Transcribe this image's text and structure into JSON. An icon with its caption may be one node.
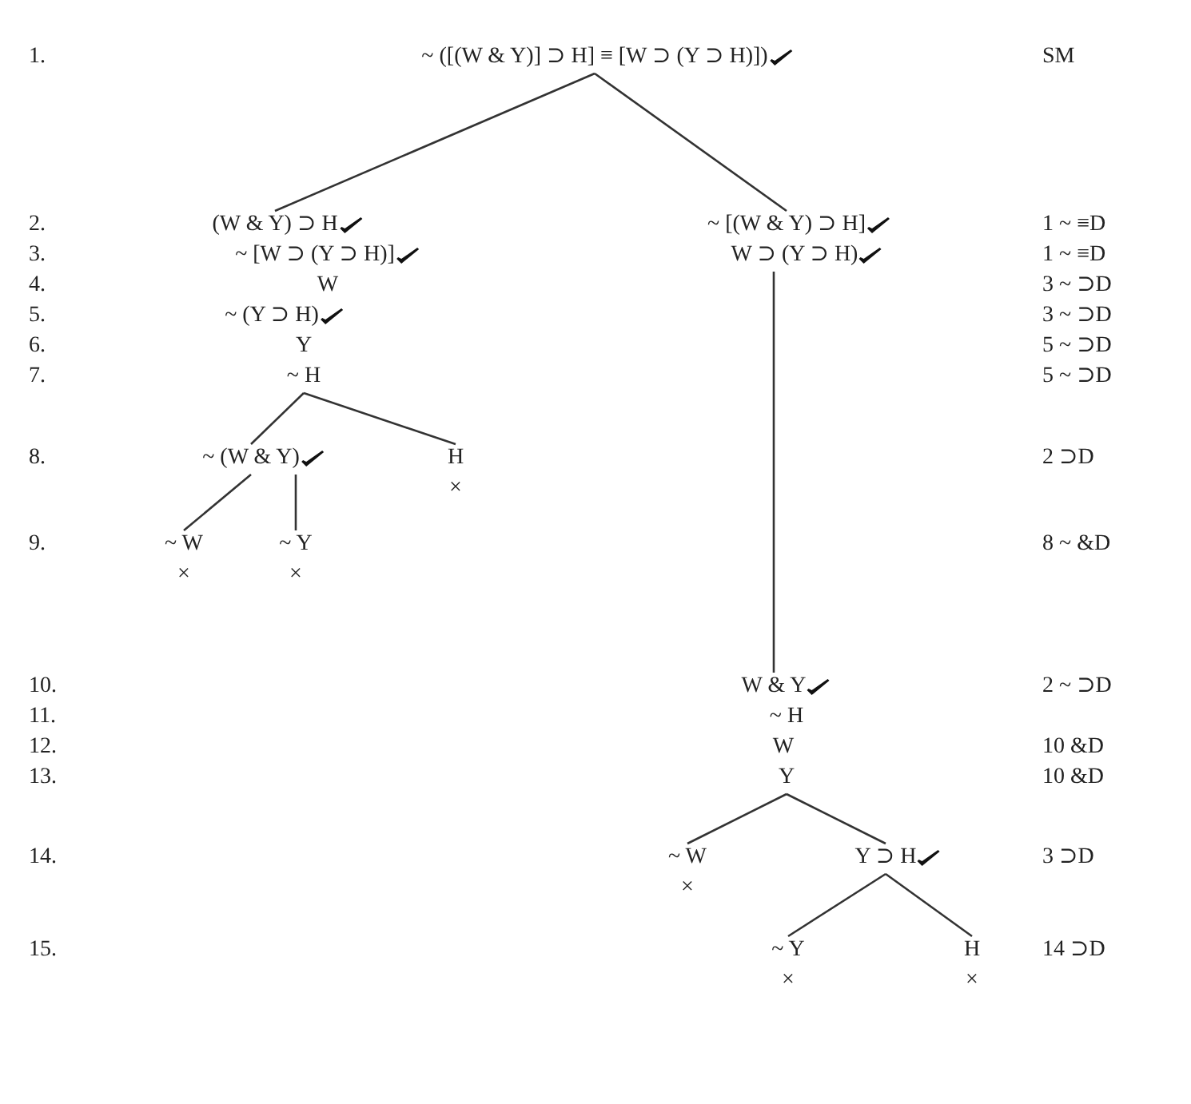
{
  "diagram": {
    "nodes": [
      {
        "text": [
          "~ ([(W & Y)] ⊃ H] ≡ [W ⊃ (Y ⊃ H)])"
        ]
      },
      {
        "text": [
          "(W & Y) ⊃ H"
        ]
      },
      {
        "text": [
          "~ [W ⊃ (Y ⊃ H)]"
        ]
      },
      {
        "text": [
          "W"
        ]
      },
      {
        "text": [
          "~ (Y ⊃ H)"
        ]
      },
      {
        "text": [
          "Y"
        ]
      },
      {
        "text": [
          "~ H"
        ]
      },
      {
        "text": [
          "~ (W & Y)"
        ]
      },
      {
        "text": [
          "H"
        ],
        "beside": [
          "×"
        ]
      },
      {
        "text": [
          "~ W"
        ],
        "beside": [
          "×"
        ]
      },
      {
        "text": [
          "~ Y"
        ],
        "beside": [
          "×"
        ]
      },
      {
        "text": [
          "~ [(W & Y) ⊃ H]"
        ]
      },
      {
        "text": [
          "W ⊃ (Y ⊃ H)"
        ]
      },
      {
        "text": [
          "W & Y"
        ]
      },
      {
        "text": [
          "~ H"
        ]
      },
      {
        "text": [
          "W"
        ]
      },
      {
        "text": [
          "Y"
        ]
      },
      {
        "text": [
          "~ W"
        ],
        "beside": [
          "×"
        ]
      },
      {
        "text": [
          "Y ⊃ H"
        ]
      },
      {
        "text": [
          "~ Y"
        ],
        "beside": [
          "×"
        ]
      },
      {
        "text": [
          "H"
        ],
        "beside": [
          "×"
        ]
      }
    ],
    "edges": [
      {
        "from": 0,
        "to": 1,
        "arrow": "none"
      },
      {
        "from": 0,
        "to": 11,
        "arrow": "none"
      },
      {
        "from": 6,
        "to": 7,
        "arrow": "none"
      },
      {
        "from": 6,
        "to": 8,
        "arrow": "none"
      },
      {
        "from": 7,
        "to": 9,
        "arrow": "none"
      },
      {
        "from": 7,
        "to": 10,
        "arrow": "none"
      },
      {
        "from": 12,
        "to": 13,
        "arrow": "none"
      },
      {
        "from": 16,
        "to": 17,
        "arrow": "none"
      },
      {
        "from": 16,
        "to": 18,
        "arrow": "none"
      },
      {
        "from": 18,
        "to": 19,
        "arrow": "none"
      },
      {
        "from": 18,
        "to": 20,
        "arrow": "none"
      }
    ],
    "labels": [
      "1.",
      "SM",
      "2.",
      "1 ~ ≡D",
      "3.",
      "1 ~ ≡D",
      "4.",
      "3 ~ ⊃D",
      "5.",
      "3 ~ ⊃D",
      "6.",
      "5 ~ ⊃D",
      "7.",
      "5 ~ ⊃D",
      "8.",
      "2 ⊃D",
      "9.",
      "8 ~ &D",
      "10.",
      "2 ~ ⊃D",
      "11.",
      "12.",
      "10 &D",
      "13.",
      "10 &D",
      "14.",
      "3 ⊃D",
      "15.",
      "14 ⊃D"
    ]
  }
}
